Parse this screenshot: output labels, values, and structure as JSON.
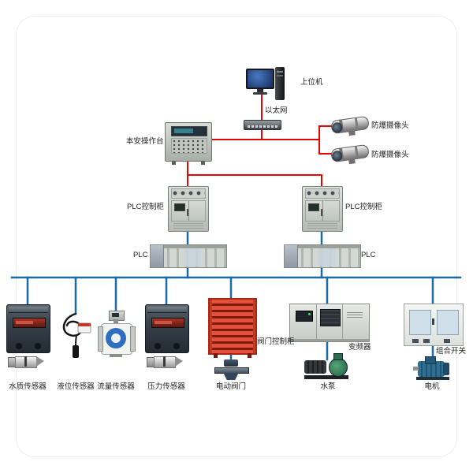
{
  "colors": {
    "ethernet_line": "#e60505",
    "fieldbus_line": "#1b6aa5"
  },
  "labels": {
    "host_computer": "上位机",
    "ethernet": "以太网",
    "console": "本安操作台",
    "camera_top": "防爆摄像头",
    "camera_bottom": "防爆摄像头",
    "plc_cabinet_left": "PLC控制柜",
    "plc_cabinet_right": "PLC控制柜",
    "plc_left": "PLC",
    "plc_right": "PLC",
    "water_quality_sensor": "水质传感器",
    "level_sensor": "液位传感器",
    "flow_sensor": "流量传感器",
    "pressure_sensor": "压力传感器",
    "valve_control_cabinet": "阀门控制柜",
    "electric_valve": "电动阀门",
    "frequency_converter": "变频器",
    "water_pump": "水泵",
    "combination_switch": "组合开关",
    "motor": "电机"
  }
}
